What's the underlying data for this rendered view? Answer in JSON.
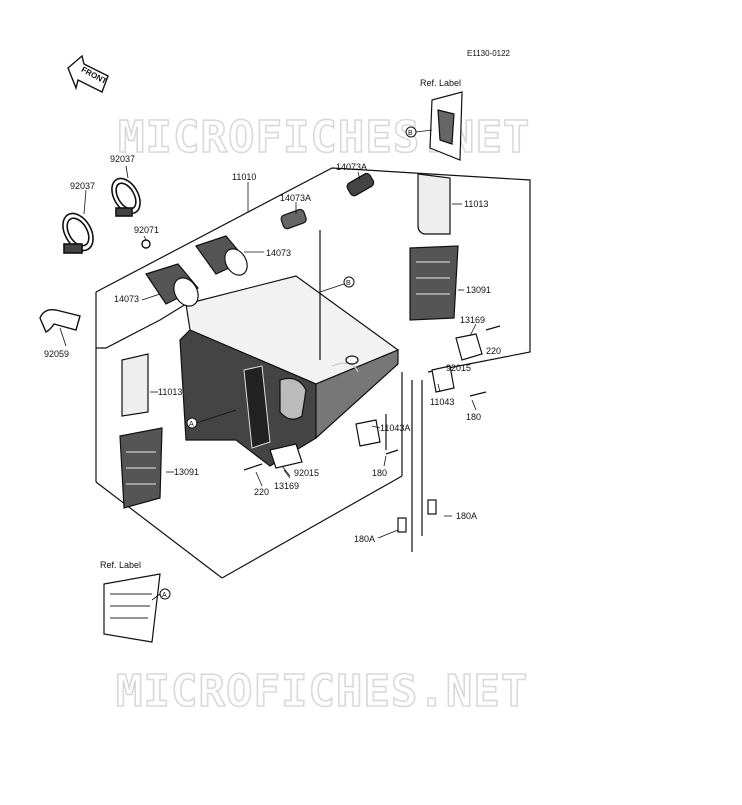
{
  "diagram_code": "E1130-0122",
  "front_arrow": "FRONT",
  "watermark": "MICROFICHES.NET",
  "ref_label_top": {
    "text": "Ref. Label",
    "marker": "B"
  },
  "ref_label_bottom": {
    "text": "Ref. Label",
    "marker": "A"
  },
  "callout_markers": {
    "a": "A",
    "b": "B"
  },
  "parts": [
    {
      "id": "p92037a",
      "label": "92037"
    },
    {
      "id": "p92037b",
      "label": "92037"
    },
    {
      "id": "p11010",
      "label": "11010"
    },
    {
      "id": "p14073A_top",
      "label": "14073A"
    },
    {
      "id": "p14073A_mid",
      "label": "14073A"
    },
    {
      "id": "p92071",
      "label": "92071"
    },
    {
      "id": "p14073_right",
      "label": "14073"
    },
    {
      "id": "p14073_left",
      "label": "14073"
    },
    {
      "id": "p92059",
      "label": "92059"
    },
    {
      "id": "p11013_right",
      "label": "11013"
    },
    {
      "id": "p13091_right",
      "label": "13091"
    },
    {
      "id": "p13169_right",
      "label": "13169"
    },
    {
      "id": "p220_right",
      "label": "220"
    },
    {
      "id": "p92015_right",
      "label": "92015"
    },
    {
      "id": "p11043",
      "label": "11043"
    },
    {
      "id": "p180_right",
      "label": "180"
    },
    {
      "id": "p11043A",
      "label": "11043A"
    },
    {
      "id": "p180_mid",
      "label": "180"
    },
    {
      "id": "p11013_left",
      "label": "11013"
    },
    {
      "id": "p13091_left",
      "label": "13091"
    },
    {
      "id": "p220_left",
      "label": "220"
    },
    {
      "id": "p92015_left",
      "label": "92015"
    },
    {
      "id": "p13169_left",
      "label": "13169"
    },
    {
      "id": "p180A_right",
      "label": "180A"
    },
    {
      "id": "p180A_left",
      "label": "180A"
    }
  ]
}
